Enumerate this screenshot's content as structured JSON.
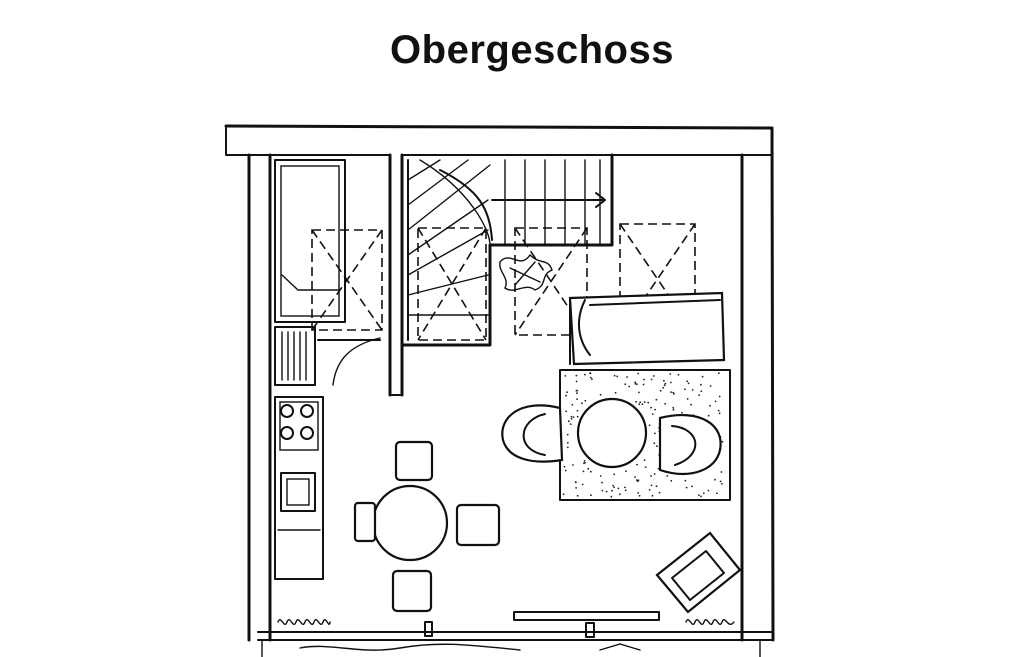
{
  "plan": {
    "title": "Obergeschoss",
    "rooms": [],
    "furniture": [
      "staircase",
      "wardrobe",
      "kitchen-counter",
      "stove",
      "sink",
      "sofa",
      "rug",
      "coffee-table",
      "armchair-left",
      "armchair-right",
      "dining-table",
      "dining-chair-top",
      "dining-chair-bottom",
      "dining-chair-left",
      "dining-chair-right",
      "side-chair",
      "radiator-left",
      "radiator-right",
      "plant"
    ],
    "skylights": 4
  }
}
